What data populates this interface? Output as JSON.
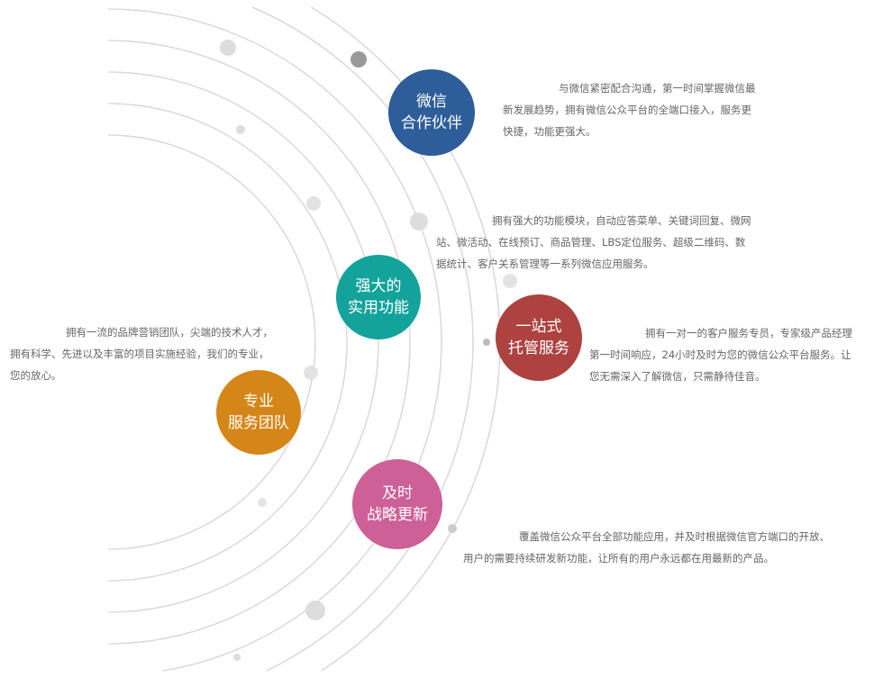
{
  "nodes": [
    {
      "id": "partner",
      "line1": "微信",
      "line2": "合作伙伴",
      "color": "#2e5e9a",
      "desc": [
        "与微信紧密配合沟通，第一时间掌握微信最",
        "新发展趋势，拥有微信公众平台的全端口接入，服务更",
        "快捷，功能更强大。"
      ]
    },
    {
      "id": "features",
      "line1": "强大的",
      "line2": "实用功能",
      "color": "#13a39b",
      "desc": [
        "拥有强大的功能模块，自动应答菜单、关键词回复、微网",
        "站、微活动、在线预订、商品管理、LBS定位服务、超级二维码、数",
        "据统计、客户关系管理等一系列微信应用服务。"
      ]
    },
    {
      "id": "hosting",
      "line1": "一站式",
      "line2": "托管服务",
      "color": "#ad4241",
      "desc": [
        "拥有一对一的客户服务专员，专家级产品经理",
        "第一时间响应，24小时及时为您的微信公众平台服务。让",
        "您无需深入了解微信，只需静待佳音。"
      ]
    },
    {
      "id": "team",
      "line1": "专业",
      "line2": "服务团队",
      "color": "#d48618",
      "desc": [
        "拥有一流的品牌营销团队，尖端的技术人才，",
        "拥有科学、先进以及丰富的项目实施经验，我们的专业，",
        "您的放心。"
      ]
    },
    {
      "id": "strategy",
      "line1": "及时",
      "line2": "战略更新",
      "color": "#cd6097",
      "desc": [
        "覆盖微信公众平台全部功能应用，并及时根据微信官方端口的开放、",
        "用户的需要持续研发新功能，让所有的用户永远都在用最新的产品。"
      ]
    }
  ]
}
